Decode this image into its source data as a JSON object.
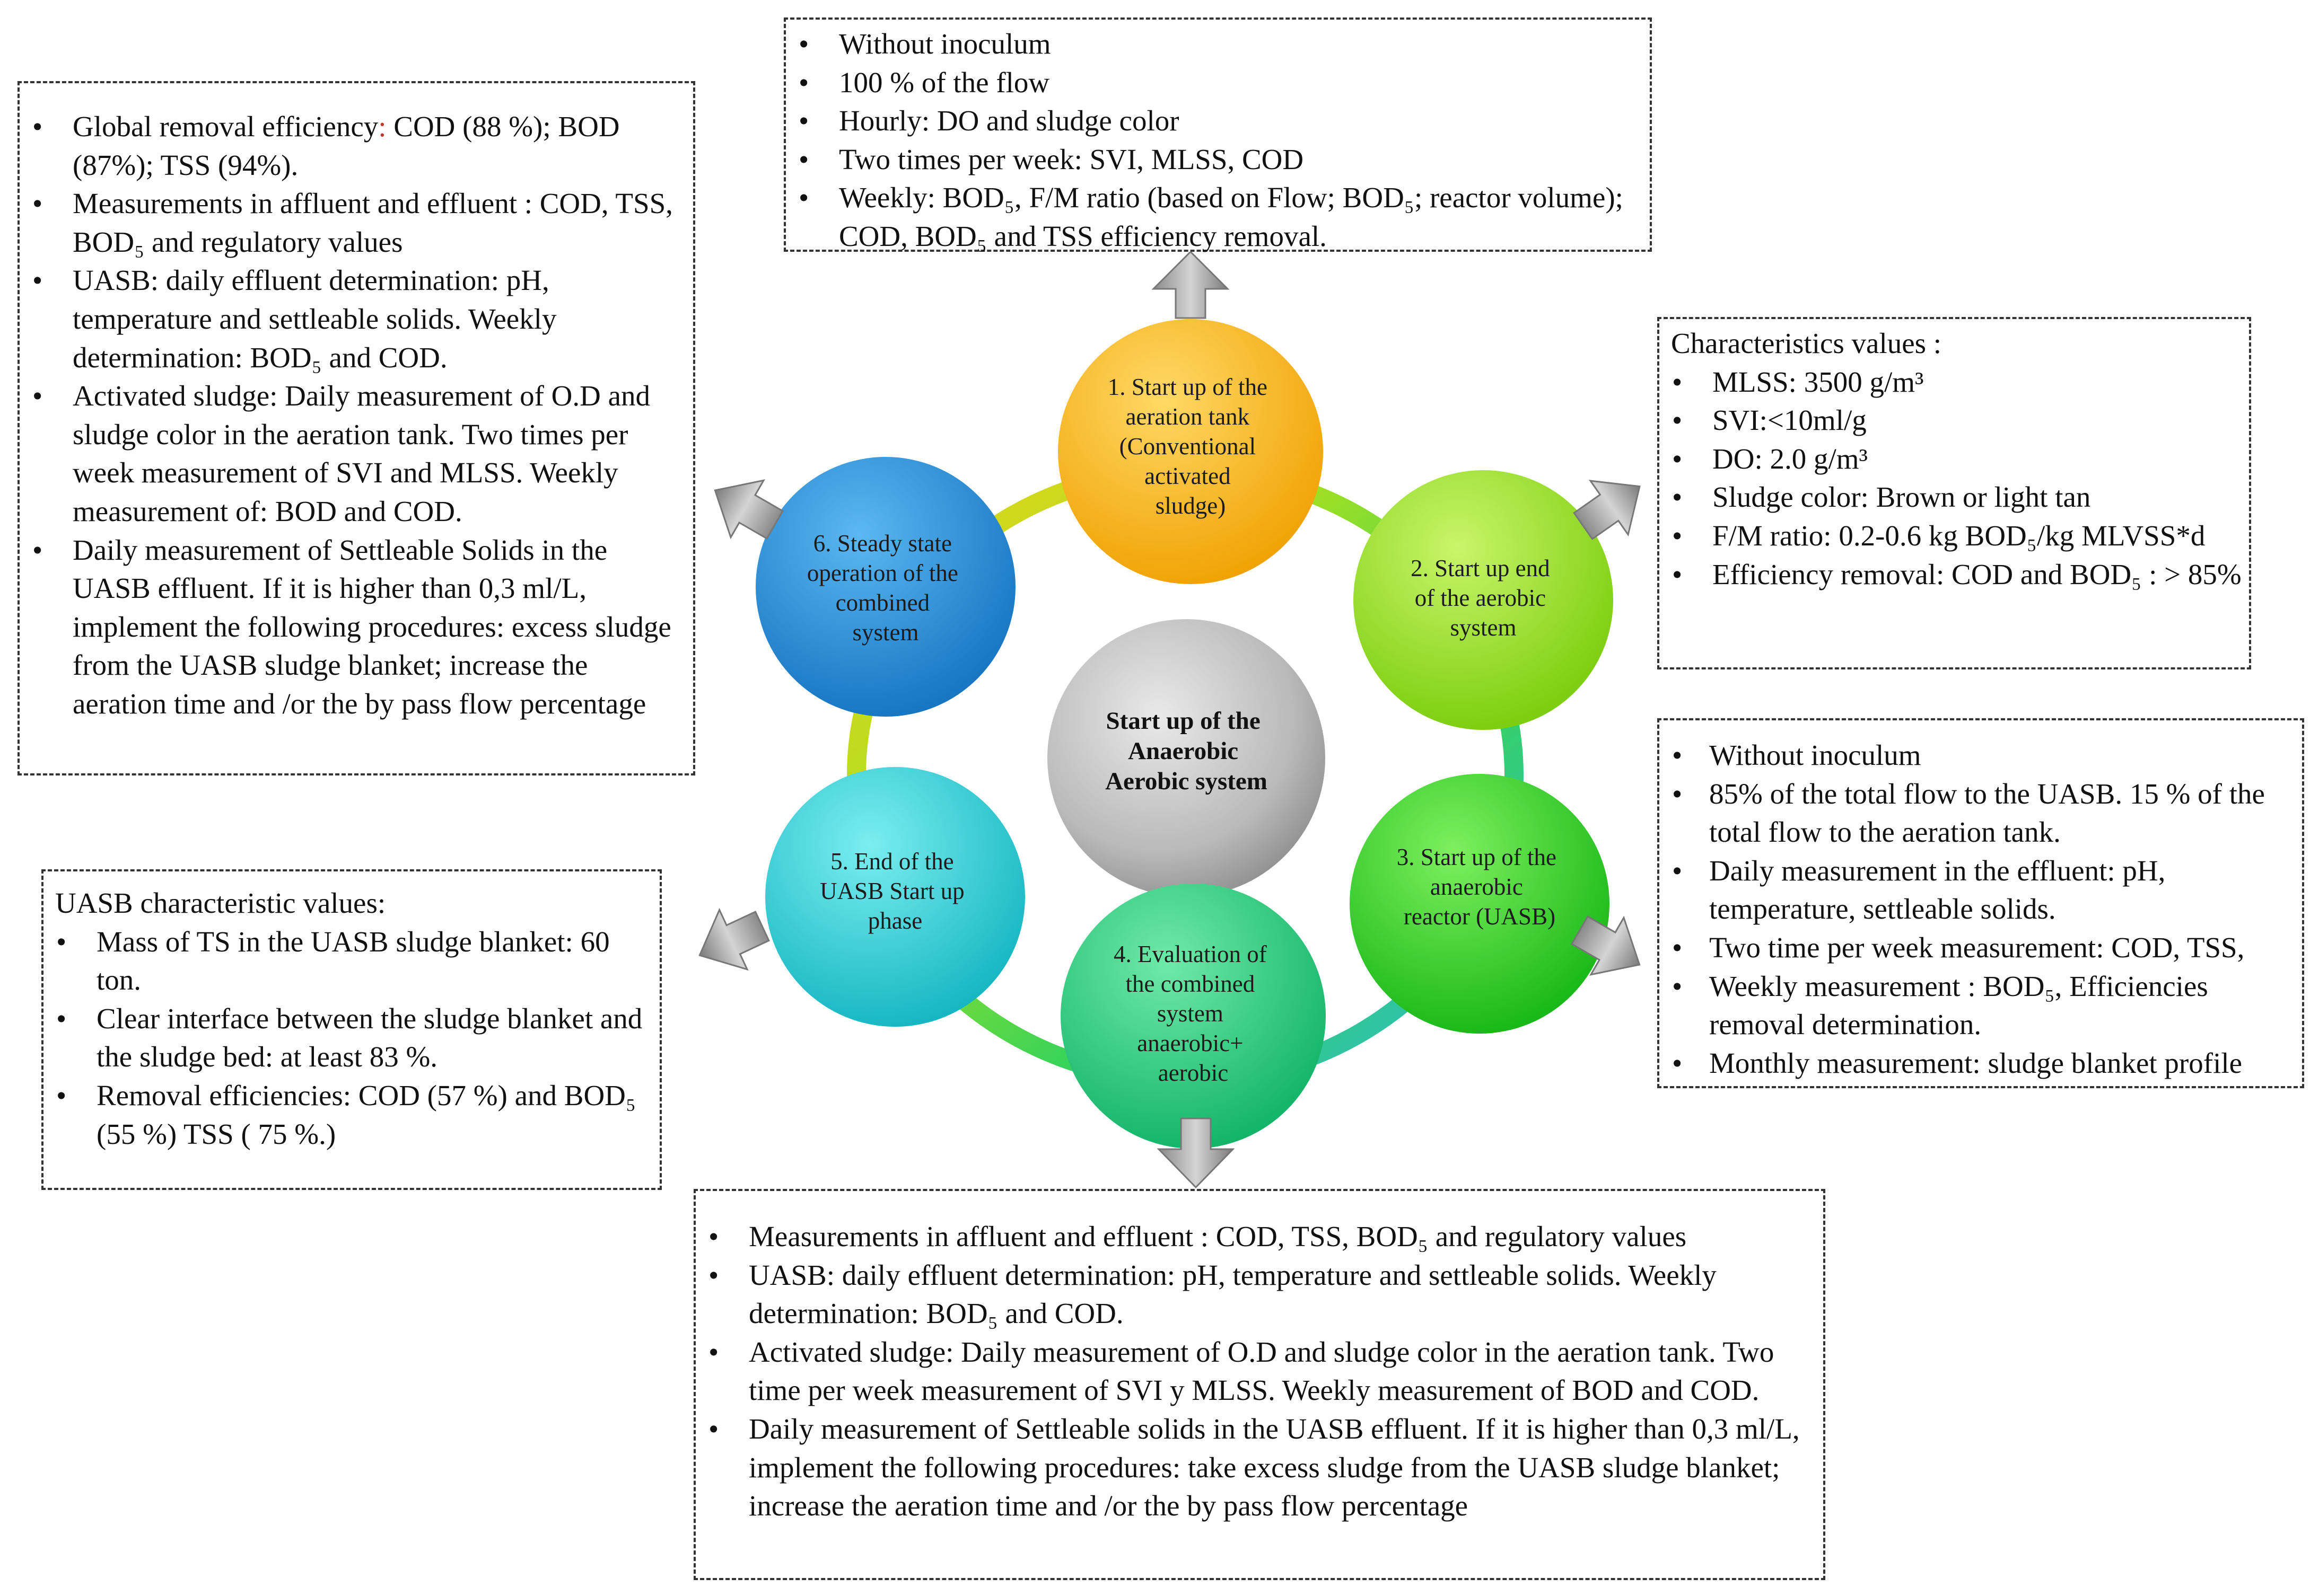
{
  "center": {
    "lines": [
      "Start up of the",
      "Anaerobic",
      "Aerobic system"
    ]
  },
  "nodes": [
    {
      "id": "1",
      "lines": [
        "1. Start up of the",
        "aeration tank",
        "(Conventional",
        "activated",
        "sludge)"
      ],
      "color": "#f6b010"
    },
    {
      "id": "2",
      "lines": [
        "2. Start up end",
        "of the aerobic",
        "system"
      ],
      "color": "#8fdc1a"
    },
    {
      "id": "3",
      "lines": [
        "3. Start up of the",
        "anaerobic",
        "reactor (UASB)"
      ],
      "color": "#2fcf2a"
    },
    {
      "id": "4",
      "lines": [
        "4. Evaluation of",
        "the combined",
        "system",
        "anaerobic+",
        "aerobic"
      ],
      "color": "#19c47a"
    },
    {
      "id": "5",
      "lines": [
        "5. End of the",
        "UASB Start up",
        "phase"
      ],
      "color": "#20c4cc"
    },
    {
      "id": "6",
      "lines": [
        "6. Steady state",
        "operation of the",
        "combined",
        "system"
      ],
      "color": "#1f8ed8"
    }
  ],
  "boxes": {
    "top": {
      "items": [
        "Without inoculum",
        "100 % of the flow",
        "Hourly: DO and sludge color",
        "Two times per week: SVI, MLSS, COD",
        "Weekly: BOD₅, F/M ratio (based on Flow; BOD₅; reactor volume); COD, BOD₅ and TSS efficiency removal."
      ]
    },
    "left": {
      "items": [
        {
          "pre": "Global removal efficiency",
          "colon": ":",
          "post": " COD (88 %); BOD (87%); TSS (94%)."
        },
        "Measurements in affluent and effluent : COD, TSS, BOD₅ and regulatory values",
        "UASB: daily effluent determination: pH, temperature and settleable solids. Weekly determination: BOD₅ and COD.",
        "Activated sludge: Daily measurement of O.D and sludge color in the aeration tank. Two times per week measurement of SVI and MLSS. Weekly measurement of: BOD and COD.",
        "Daily measurement of Settleable Solids in the UASB effluent. If it is higher than 0,3 ml/L, implement the following procedures: excess sludge from the UASB sludge blanket; increase the aeration time and /or the by pass flow percentage"
      ]
    },
    "right1": {
      "header": "Characteristics values :",
      "items": [
        "MLSS: 3500 g/m³",
        "SVI:<10ml/g",
        "DO: 2.0 g/m³",
        "Sludge color: Brown or light tan",
        "F/M ratio: 0.2-0.6 kg BOD₅/kg MLVSS*d",
        "Efficiency removal: COD and BOD₅ : > 85%"
      ]
    },
    "right2": {
      "items": [
        "Without inoculum",
        "85% of the total flow to the UASB. 15 % of the total flow to the aeration tank.",
        "Daily measurement in the effluent: pH, temperature, settleable solids.",
        "Two time per week measurement: COD, TSS,",
        "Weekly measurement : BOD₅, Efficiencies removal determination.",
        "Monthly measurement: sludge blanket profile"
      ]
    },
    "left2": {
      "header": "UASB characteristic values:",
      "items": [
        "Mass of TS in the UASB sludge blanket: 60 ton.",
        "Clear interface between the sludge blanket and the sludge bed: at least 83 %.",
        "Removal efficiencies: COD (57 %) and BOD₅ (55 %) TSS ( 75 %.)"
      ]
    },
    "bottom": {
      "items": [
        "Measurements in affluent and effluent : COD, TSS, BOD₅ and regulatory values",
        "UASB: daily effluent determination: pH, temperature and settleable solids. Weekly determination: BOD₅ and COD.",
        "Activated sludge: Daily measurement of O.D and sludge color in the aeration tank. Two time per week measurement of SVI y MLSS. Weekly measurement of BOD and COD.",
        "Daily measurement of Settleable solids in the UASB effluent. If it is higher than 0,3 ml/L, implement the following procedures: take excess sludge from the UASB sludge blanket; increase the aeration time and /or the by pass flow percentage"
      ]
    }
  }
}
